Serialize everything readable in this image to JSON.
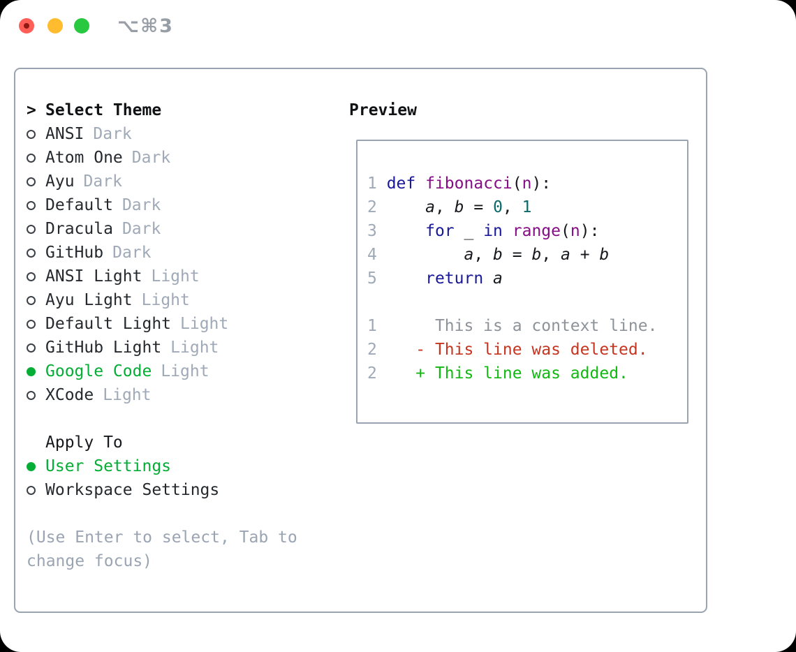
{
  "window": {
    "shortcut_label": "⌥⌘3",
    "traffic_lights": [
      "close",
      "minimize",
      "maximize"
    ]
  },
  "theme_selector": {
    "title_prefix": ">",
    "title": "Select Theme",
    "themes": [
      {
        "name": "ANSI",
        "variant": "Dark",
        "selected": false
      },
      {
        "name": "Atom One",
        "variant": "Dark",
        "selected": false
      },
      {
        "name": "Ayu",
        "variant": "Dark",
        "selected": false
      },
      {
        "name": "Default",
        "variant": "Dark",
        "selected": false
      },
      {
        "name": "Dracula",
        "variant": "Dark",
        "selected": false
      },
      {
        "name": "GitHub",
        "variant": "Dark",
        "selected": false
      },
      {
        "name": "ANSI Light",
        "variant": "Light",
        "selected": false
      },
      {
        "name": "Ayu Light",
        "variant": "Light",
        "selected": false
      },
      {
        "name": "Default Light",
        "variant": "Light",
        "selected": false
      },
      {
        "name": "GitHub Light",
        "variant": "Light",
        "selected": false
      },
      {
        "name": "Google Code",
        "variant": "Light",
        "selected": true
      },
      {
        "name": "XCode",
        "variant": "Light",
        "selected": false
      }
    ],
    "apply_to": {
      "title": "Apply To",
      "options": [
        {
          "label": "User Settings",
          "selected": true
        },
        {
          "label": "Workspace Settings",
          "selected": false
        }
      ]
    },
    "hint": "(Use Enter to select, Tab to change focus)"
  },
  "preview": {
    "title": "Preview",
    "code_lines": [
      {
        "number": "1",
        "tokens": [
          {
            "c": "kw",
            "t": "def"
          },
          {
            "c": "pl",
            "t": " "
          },
          {
            "c": "fn",
            "t": "fibonacci"
          },
          {
            "c": "pl",
            "t": "("
          },
          {
            "c": "fn",
            "t": "n"
          },
          {
            "c": "pl",
            "t": "):"
          }
        ]
      },
      {
        "number": "2",
        "tokens": [
          {
            "c": "pl",
            "t": "    "
          },
          {
            "c": "var",
            "t": "a"
          },
          {
            "c": "pl",
            "t": ", "
          },
          {
            "c": "var",
            "t": "b"
          },
          {
            "c": "pl",
            "t": " = "
          },
          {
            "c": "num",
            "t": "0"
          },
          {
            "c": "pl",
            "t": ", "
          },
          {
            "c": "num",
            "t": "1"
          }
        ]
      },
      {
        "number": "3",
        "tokens": [
          {
            "c": "pl",
            "t": "    "
          },
          {
            "c": "kw",
            "t": "for"
          },
          {
            "c": "pl",
            "t": " _ "
          },
          {
            "c": "kw",
            "t": "in"
          },
          {
            "c": "pl",
            "t": " "
          },
          {
            "c": "fn",
            "t": "range"
          },
          {
            "c": "pl",
            "t": "("
          },
          {
            "c": "fn",
            "t": "n"
          },
          {
            "c": "pl",
            "t": "):"
          }
        ]
      },
      {
        "number": "4",
        "tokens": [
          {
            "c": "pl",
            "t": "        "
          },
          {
            "c": "var",
            "t": "a"
          },
          {
            "c": "pl",
            "t": ", "
          },
          {
            "c": "var",
            "t": "b"
          },
          {
            "c": "pl",
            "t": " = "
          },
          {
            "c": "var",
            "t": "b"
          },
          {
            "c": "pl",
            "t": ", "
          },
          {
            "c": "var",
            "t": "a"
          },
          {
            "c": "pl",
            "t": " + "
          },
          {
            "c": "var",
            "t": "b"
          }
        ]
      },
      {
        "number": "5",
        "tokens": [
          {
            "c": "pl",
            "t": "    "
          },
          {
            "c": "kw",
            "t": "return"
          },
          {
            "c": "pl",
            "t": " "
          },
          {
            "c": "var",
            "t": "a"
          }
        ]
      }
    ],
    "diff_lines": [
      {
        "number": "1",
        "marker": " ",
        "text": "This is a context line.",
        "type": "context"
      },
      {
        "number": "2",
        "marker": "-",
        "text": "This line was deleted.",
        "type": "deleted"
      },
      {
        "number": "2",
        "marker": "+",
        "text": "This line was added.",
        "type": "added"
      }
    ]
  },
  "colors": {
    "accent_green": "#04ad35",
    "keyword_blue": "#181899",
    "function_purple": "#850d85",
    "number_teal": "#0c6969",
    "muted_gray": "#9fa9b7",
    "text_dark": "#25292e",
    "hint_gray": "#9aa4b2",
    "context_gray": "#8e9399",
    "diff_red": "#c5351f",
    "diff_green": "#12b812",
    "border_gray": "#9aa3b0",
    "traffic_red": "#ff5f57",
    "traffic_yellow": "#febc2e",
    "traffic_green": "#28c840"
  }
}
